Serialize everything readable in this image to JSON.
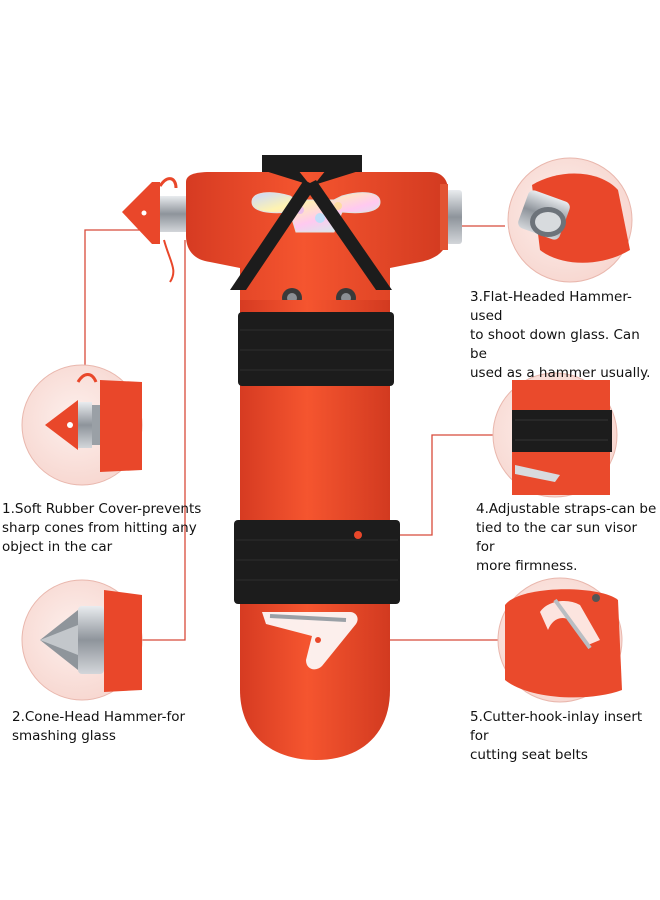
{
  "captions": {
    "soft_rubber_cover": "1.Soft Rubber Cover-prevents\nsharp cones from hitting any\nobject in the car",
    "cone_head_hammer": "2.Cone-Head Hammer-for\nsmashing glass",
    "flat_headed_hammer": "3.Flat-Headed Hammer-used\nto shoot down glass. Can be\nused as a hammer usually.",
    "adjustable_straps": "4.Adjustable straps-can be\ntied to the car sun visor for\nmore firmness.",
    "cutter_hook": "5.Cutter-hook-inlay insert for\ncutting seat belts"
  },
  "colors": {
    "tool_body": "#f2452c",
    "tool_shadow": "#c7321c",
    "strap": "#1c1c1c",
    "callout_line": "#d84a3a",
    "detail_bubble": "#fbe6e2",
    "metal": "#b8bcc2"
  }
}
